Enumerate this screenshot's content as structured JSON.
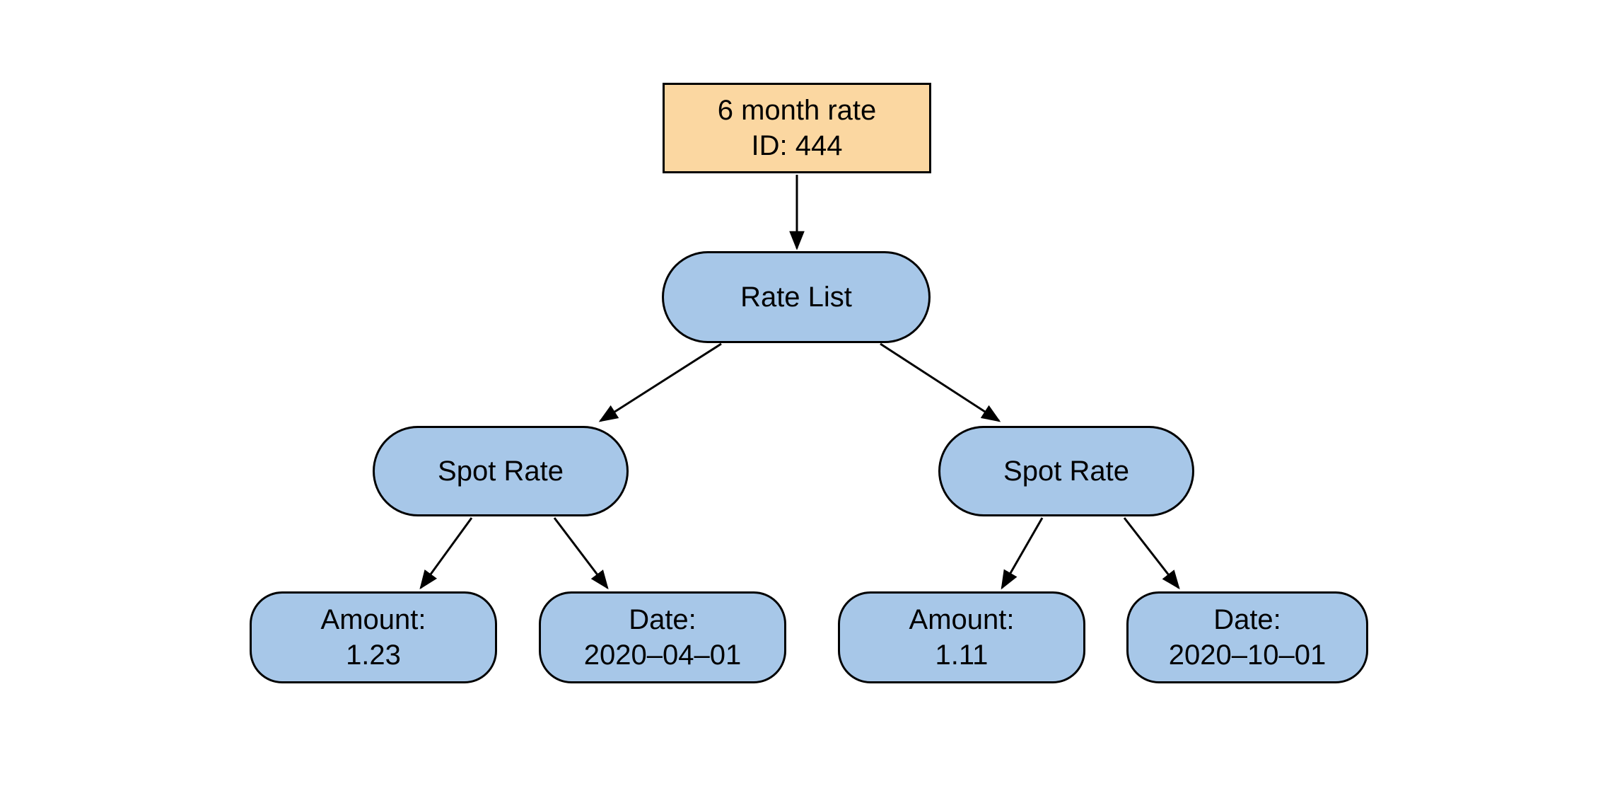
{
  "page": {
    "background": "#ffffff"
  },
  "diagram": {
    "colors": {
      "root_fill": "#FBD7A1",
      "node_fill": "#A7C7E8",
      "border": "#000000",
      "text": "#000000"
    },
    "nodes": {
      "root": {
        "shape": "rect",
        "line1": "6 month rate",
        "line2": "ID: 444"
      },
      "rate_list": {
        "shape": "stadium",
        "label": "Rate List"
      },
      "spot_rate_left": {
        "shape": "stadium",
        "label": "Spot Rate"
      },
      "spot_rate_right": {
        "shape": "stadium",
        "label": "Spot Rate"
      },
      "amount_left": {
        "shape": "rounded",
        "line1": "Amount:",
        "line2": "1.23"
      },
      "date_left": {
        "shape": "rounded",
        "line1": "Date:",
        "line2": "2020–04–01"
      },
      "amount_right": {
        "shape": "rounded",
        "line1": "Amount:",
        "line2": "1.11"
      },
      "date_right": {
        "shape": "rounded",
        "line1": "Date:",
        "line2": "2020–10–01"
      }
    },
    "edges": [
      {
        "from": "root",
        "to": "rate_list"
      },
      {
        "from": "rate_list",
        "to": "spot_rate_left"
      },
      {
        "from": "rate_list",
        "to": "spot_rate_right"
      },
      {
        "from": "spot_rate_left",
        "to": "amount_left"
      },
      {
        "from": "spot_rate_left",
        "to": "date_left"
      },
      {
        "from": "spot_rate_right",
        "to": "amount_right"
      },
      {
        "from": "spot_rate_right",
        "to": "date_right"
      }
    ]
  }
}
